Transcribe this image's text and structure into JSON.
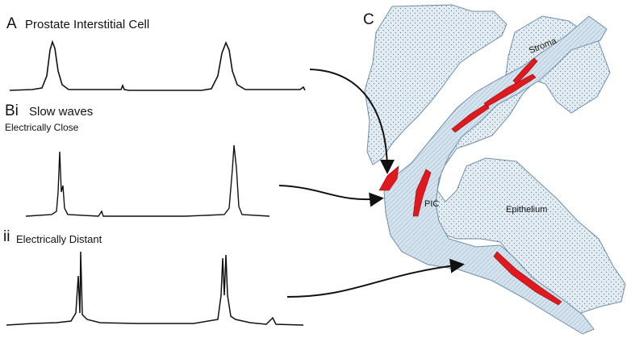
{
  "panels": {
    "a": {
      "letter": "A",
      "title": "Prostate Interstitial Cell"
    },
    "bi": {
      "letter": "Bi",
      "title": "Slow waves",
      "subtitle": "Electrically Close"
    },
    "ii": {
      "letter": "ii",
      "title": "Electrically Distant"
    },
    "c": {
      "letter": "C"
    }
  },
  "diagram": {
    "labels": {
      "stroma": "Stroma",
      "pic": "PIC",
      "epithelium": "Epithelium"
    }
  },
  "colors": {
    "trace": "#111111",
    "stroma_fill": "#d4e3ee",
    "stroma_stroke": "#6f8fa6",
    "epithelium_fill": "#e2ebf2",
    "cell_red": "#e0191f",
    "arrow": "#111111"
  }
}
